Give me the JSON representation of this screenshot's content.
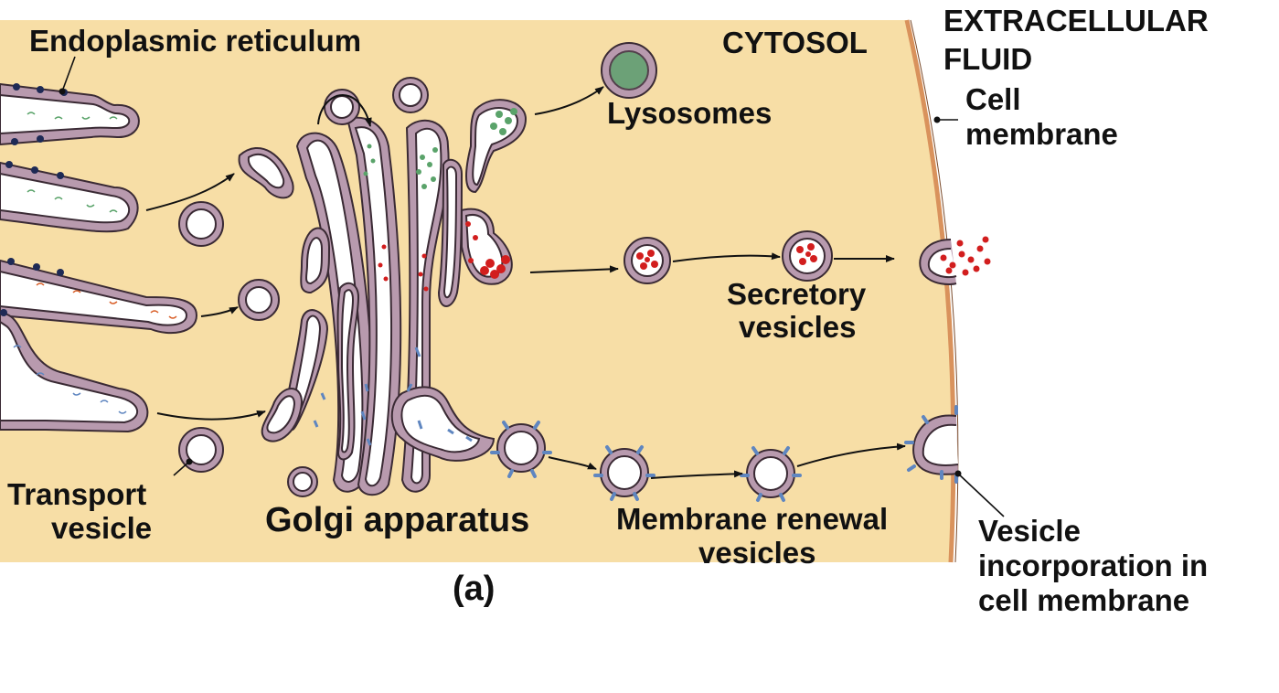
{
  "labels": {
    "er": "Endoplasmic reticulum",
    "cytosol": "CYTOSOL",
    "ecf_1": "EXTRACELLULAR",
    "ecf_2": "FLUID",
    "cell_membrane_1": "Cell",
    "cell_membrane_2": "membrane",
    "lysosomes": "Lysosomes",
    "secretory_1": "Secretory",
    "secretory_2": "vesicles",
    "transport_1": "Transport",
    "transport_2": "vesicle",
    "golgi": "Golgi apparatus",
    "renewal_1": "Membrane renewal",
    "renewal_2": "vesicles",
    "incorp_1": "Vesicle",
    "incorp_2": "incorporation in",
    "incorp_3": "cell membrane",
    "panel": "(a)"
  },
  "colors": {
    "cytosol": "#f7dea6",
    "membrane": "#b89aae",
    "membrane_stroke": "#3a2a34",
    "lumen": "#ffffff",
    "ribosome": "#1e2a55",
    "lysosomal": "#5aa36a",
    "secretory": "#d21e1e",
    "membrane_protein": "#5f86c0",
    "cell_membrane": "#d9925c"
  }
}
